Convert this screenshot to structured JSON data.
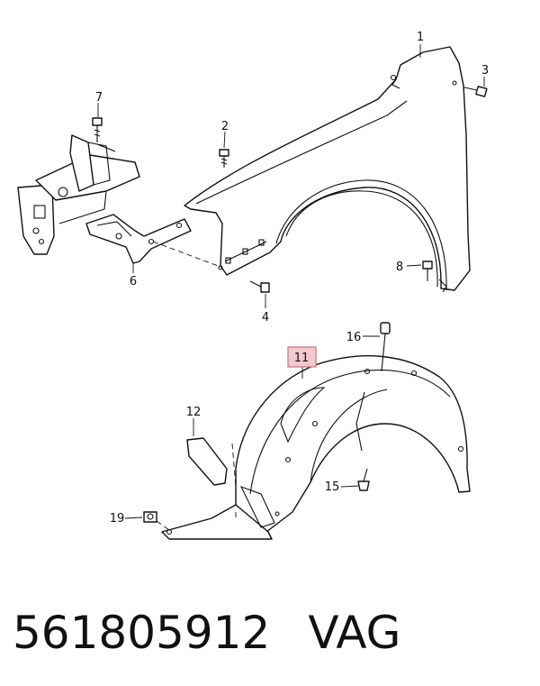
{
  "callouts": {
    "c1": "1",
    "c2": "2",
    "c3": "3",
    "c4": "4",
    "c5": "6",
    "c6": "7",
    "c7": "8",
    "c8": "11",
    "c9": "12",
    "c10": "15",
    "c11": "16",
    "c12": "19"
  },
  "highlight_color": "#f3c9cf",
  "footer": {
    "part_number": "561805912",
    "brand": "VAG"
  }
}
